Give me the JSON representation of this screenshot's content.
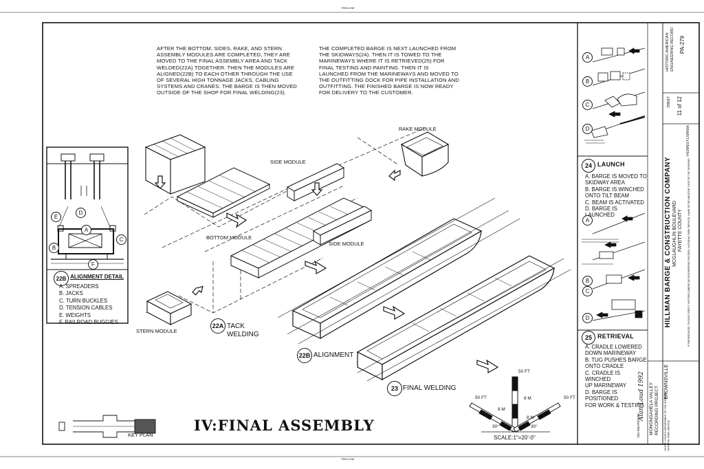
{
  "sheet": {
    "title": "IV:FINAL ASSEMBLY",
    "key_plan_label": "KEY PLAN",
    "scale_label": "SCALE:1\"=20'-0\"",
    "trim_top": "TRIM LINE",
    "trim_bottom": "TRIM LINE",
    "drawn_by": "Alan Loud 1992"
  },
  "paragraphs": {
    "left": "AFTER THE BOTTOM, SIDES, RAKE, AND STERN\nASSEMBLY MODULES ARE COMPLETED, THEY ARE\nMOVED TO THE FINAL ASSEMBLY AREA AND TACK\nWELDED(22A) TOGETHER. THEN THE MODULES ARE\nALIGNED(22B) TO EACH OTHER THROUGH THE USE\nOF SEVERAL HIGH TONNAGE JACKS, CABLING\nSYSTEMS AND CRANES. THE BARGE IS THEN MOVED\nOUTSIDE OF THE SHOP FOR FINAL WELDING(23).",
    "right": "THE COMPLETED BARGE IS NEXT LAUNCHED FROM\nTHE SKIDWAYS(24). THEN IT IS TOWED TO THE\nMARINEWAYS WHERE IT IS RETRIEVED(25) FOR\nFINAL TESTING AND PAINTING. THEN IT IS\nLAUNCHED FROM THE MARINEWAYS AND MOVED TO\nTHE OUTFITTING DOCK FOR PIPE INSTALLATION AND\nOUTFITTING. THE FINISHED BARGE IS NOW READY\nFOR DELIVERY TO THE CUSTOMER."
  },
  "modules": {
    "rake": "RAKE MODULE",
    "side_top": "SIDE MODULE",
    "side_bottom": "SIDE MODULE",
    "bottom": "BOTTOM MODULE",
    "stern": "STERN MODULE"
  },
  "steps": {
    "tack_num": "22A",
    "tack_label": "TACK\nWELDING",
    "align_num": "22B",
    "align_label": "ALIGNMENT",
    "final_num": "23",
    "final_label": "FINAL WELDING"
  },
  "alignment_detail": {
    "num": "22B",
    "title": "ALIGNMENT DETAIL",
    "items": [
      "A.  SPREADERS",
      "B.  JACKS",
      "C.  TURN BUCKLES",
      "D.  TENSION CABLES",
      "E.  WEIGHTS",
      "F.  RAILROAD BUGGIES"
    ],
    "callouts": [
      "A",
      "B",
      "C",
      "D",
      "E",
      "F"
    ]
  },
  "launch": {
    "num": "24",
    "title": "LAUNCH",
    "items": "A. BARGE IS MOVED TO\n    SKIDWAY AREA\nB. BARGE IS WINCHED\n    ONTO TILT BEAM\nC. BEAM IS ACTIVATED\nD. BARGE IS LAUNCHED",
    "callouts": [
      "A",
      "B",
      "C",
      "D"
    ]
  },
  "retrieval": {
    "num": "25",
    "title": "RETRIEVAL",
    "items": "A. CRADLE LOWERED\n    DOWN MARINEWAY\nB. TUG PUSHES BARGE\n    ONTO CRADLE\nC. CRADLE IS WINCHED\n    UP MARINEWAY\nD. BARGE IS POSITIONED\n    FOR WORK & TESTING",
    "callouts": [
      "A",
      "B",
      "C",
      "D"
    ]
  },
  "scale_marks": {
    "top": "50 FT",
    "left": "50 FT",
    "right": "50 FT",
    "left_mid": "8 M",
    "center_mid": "8 M",
    "right_mid": "8 M",
    "angle_left": "30°",
    "angle_right": "30°"
  },
  "title_block": {
    "company": "HILLMAN BARGE & CONSTRUCTION COMPANY",
    "address": "MCGLAUGHLIN BOULEVARD",
    "city": "BROWNSVILLE",
    "county": "FAYETTE COUNTY",
    "state": "PENNSYLVANIA",
    "project": "MONONGAHELA VALLEY\nRECORDING PROJECT",
    "record": "HISTORIC AMERICAN\nENGINEERING RECORD",
    "record_num": "PA-279",
    "sheet_label": "SHEET",
    "sheet_num": "11 of 12",
    "fine_print": "IF REPRODUCED, PLEASE CREDIT: HISTORIC AMERICAN ENGINEERING RECORD, NATIONAL PARK SERVICE, NAME OF DELINEATOR, DATE OF THE DRAWING",
    "nps": "UNITED STATES DEPARTMENT OF THE INTERIOR\nNATIONAL PARK SERVICE",
    "delineated_by": "DELINEATED BY:"
  },
  "colors": {
    "ink": "#111111",
    "paper": "#ffffff"
  }
}
